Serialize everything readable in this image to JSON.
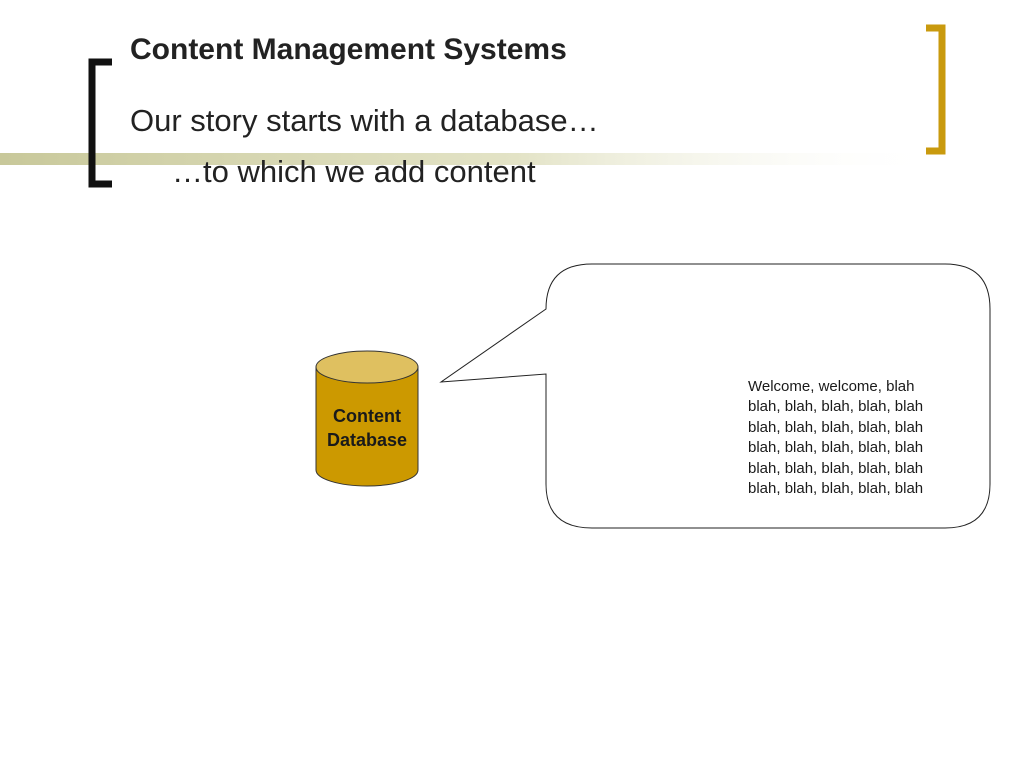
{
  "slide": {
    "title": "Content Management Systems",
    "bullet_main": "Our story starts with a database…",
    "bullet_sub": "…to which we add content"
  },
  "diagram": {
    "database_label": "Content\nDatabase",
    "bubble_text": "Welcome, welcome, blah\nblah, blah, blah, blah, blah\nblah, blah, blah, blah, blah\nblah, blah, blah, blah, blah\nblah, blah, blah, blah, blah\nblah, blah, blah, blah, blah"
  },
  "colors": {
    "accent_gold": "#c99a0e",
    "database_fill": "#cc9900",
    "database_top": "#dfc060",
    "stripe_olive": "#c8c89a",
    "bracket_dark": "#111111"
  }
}
